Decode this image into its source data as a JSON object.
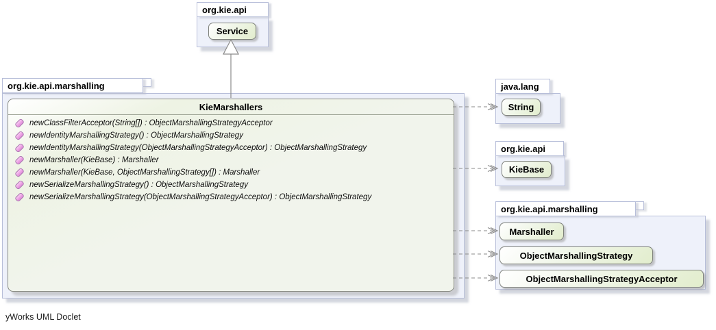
{
  "footer": "yWorks UML Doclet",
  "packages": {
    "top": {
      "name": "org.kie.api",
      "classes": [
        "Service"
      ]
    },
    "main": {
      "name": "org.kie.api.marshalling",
      "class_name": "KieMarshallers",
      "methods": [
        "newClassFilterAcceptor(String[]) : ObjectMarshallingStrategyAcceptor",
        "newIdentityMarshallingStrategy() : ObjectMarshallingStrategy",
        "newIdentityMarshallingStrategy(ObjectMarshallingStrategyAcceptor) : ObjectMarshallingStrategy",
        "newMarshaller(KieBase) : Marshaller",
        "newMarshaller(KieBase, ObjectMarshallingStrategy[]) : Marshaller",
        "newSerializeMarshallingStrategy() : ObjectMarshallingStrategy",
        "newSerializeMarshallingStrategy(ObjectMarshallingStrategyAcceptor) : ObjectMarshallingStrategy"
      ]
    },
    "right": [
      {
        "name": "java.lang",
        "classes": [
          "String"
        ]
      },
      {
        "name": "org.kie.api",
        "classes": [
          "KieBase"
        ]
      },
      {
        "name": "org.kie.api.marshalling",
        "classes": [
          "Marshaller",
          "ObjectMarshallingStrategy",
          "ObjectMarshallingStrategyAcceptor"
        ]
      }
    ]
  },
  "edges": {
    "generalization": {
      "from": "KieMarshallers",
      "to": "Service",
      "line": "solid",
      "arrow": "hollow-triangle"
    },
    "dependencies": [
      {
        "from": "KieMarshallers",
        "to": "String"
      },
      {
        "from": "KieMarshallers",
        "to": "KieBase"
      },
      {
        "from": "KieMarshallers",
        "to": "Marshaller"
      },
      {
        "from": "KieMarshallers",
        "to": "ObjectMarshallingStrategy"
      },
      {
        "from": "KieMarshallers",
        "to": "ObjectMarshallingStrategyAcceptor"
      }
    ]
  },
  "colors": {
    "package_fill": "#eef1fa",
    "package_border": "#b7bed9",
    "class_border": "#7e817b",
    "class_gradient_end": "#e2edcd",
    "edge": "#8a8a8a",
    "method_icon": "#ee9ade"
  }
}
